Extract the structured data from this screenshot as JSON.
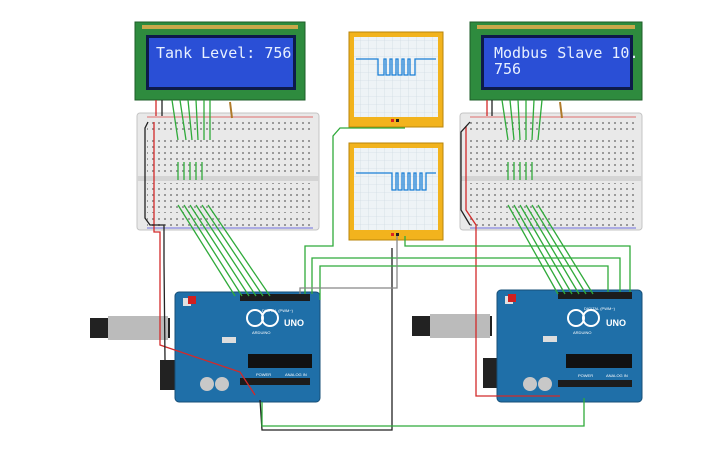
{
  "lcd_left": {
    "line1": "Tank Level: 756",
    "line2": ""
  },
  "lcd_right": {
    "line1": "Modbus Slave 10.",
    "line2": "756"
  },
  "arduino_left": {
    "brand": "ARDUINO",
    "model": "UNO",
    "digital_label": "DIGITAL (PWM~)",
    "power_label": "POWER",
    "analog_label": "ANALOG IN"
  },
  "arduino_right": {
    "brand": "ARDUINO",
    "model": "UNO",
    "digital_label": "DIGITAL (PWM~)",
    "power_label": "POWER",
    "analog_label": "ANALOG IN"
  },
  "colors": {
    "lcd_pcb": "#2e8b3e",
    "lcd_screen": "#2a4fd6",
    "arduino_blue": "#1f6fa8",
    "scope_frame": "#f2b31d",
    "wire_green": "#2faa3a",
    "wire_red": "#d22a2a",
    "wire_black": "#222222",
    "wire_grey": "#888888",
    "breadboard": "#e9e9e9"
  }
}
